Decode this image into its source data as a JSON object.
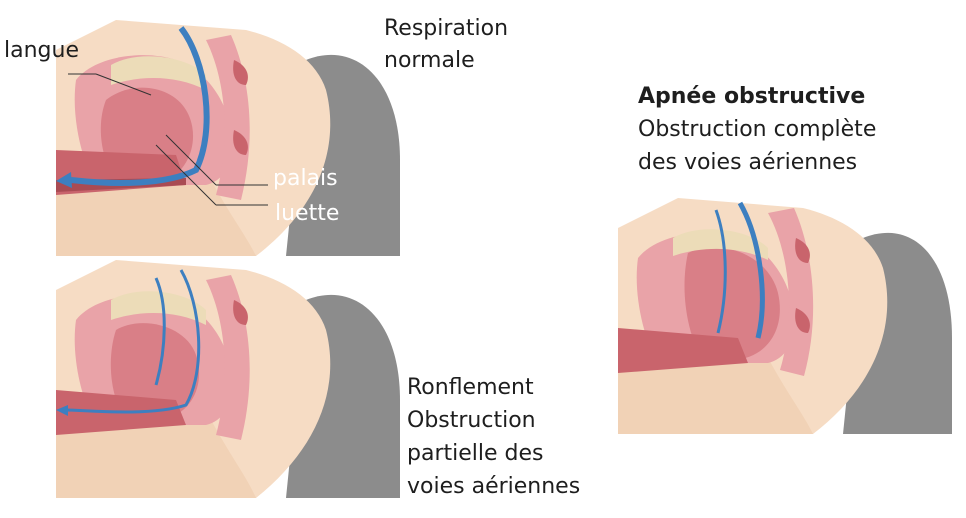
{
  "panels": {
    "normal": {
      "caption_line1": "Respiration",
      "caption_line2": "normale",
      "labels": {
        "tongue": "langue",
        "palate": "palais",
        "uvula": "luette"
      }
    },
    "snoring": {
      "caption_line1": "Ronflement",
      "caption_line2": "Obstruction",
      "caption_line3": "partielle des",
      "caption_line4": "voies aériennes"
    },
    "apnea": {
      "title": "Apnée obstructive",
      "caption_line1": "Obstruction complète",
      "caption_line2": "des voies aériennes"
    }
  },
  "colors": {
    "skin": "#f6dcc4",
    "hair": "#8c8c8c",
    "tissue": "#e9a3a8",
    "tissue_dark": "#c9646c",
    "bone": "#ecdcb8",
    "airflow": "#3d7fc0",
    "text": "#1e1e1e"
  }
}
